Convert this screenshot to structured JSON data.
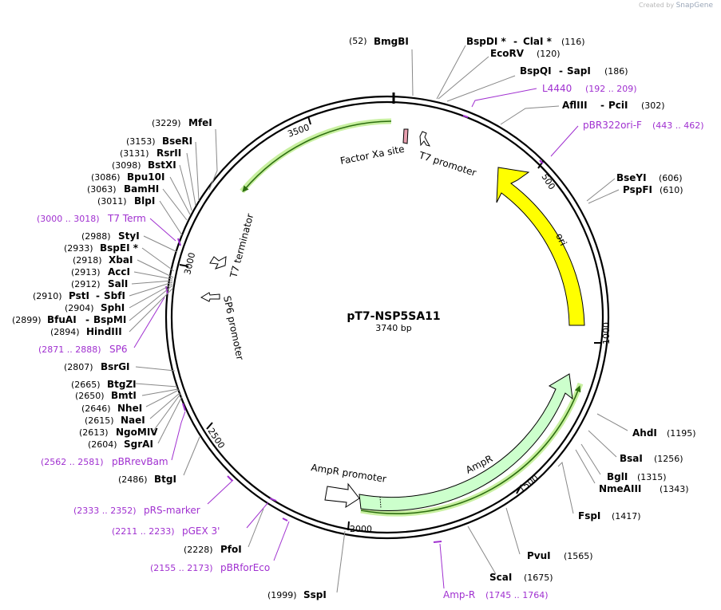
{
  "header": {
    "credit_prefix": "Created by",
    "credit_brand": "SnapGene"
  },
  "plasmid": {
    "name": "pT7-NSP5SA11",
    "length_label": "3740 bp",
    "length": 3740
  },
  "ticks": [
    {
      "pos": 500,
      "label": "500"
    },
    {
      "pos": 1000,
      "label": "1000"
    },
    {
      "pos": 1500,
      "label": "1500"
    },
    {
      "pos": 2000,
      "label": "2000"
    },
    {
      "pos": 2500,
      "label": "2500"
    },
    {
      "pos": 3000,
      "label": "3000"
    },
    {
      "pos": 3500,
      "label": "3500"
    }
  ],
  "features": [
    {
      "name": "ori",
      "label": "ori",
      "color": "#ffff00",
      "start": 360,
      "end": 954
    },
    {
      "name": "AmpR",
      "label": "AmpR",
      "color": "#ccffcc",
      "start": 1294,
      "end": 2155
    },
    {
      "name": "AmpR promoter",
      "label": "AmpR promoter",
      "color": "#ffffff"
    },
    {
      "name": "T7 promoter",
      "label": "T7 promoter",
      "color": "#ffffff"
    },
    {
      "name": "Factor Xa site",
      "label": "Factor Xa site",
      "color": "#e8a0b0"
    },
    {
      "name": "T7 terminator",
      "label": "T7 terminator",
      "color": "#ffffff"
    },
    {
      "name": "SP6 promoter",
      "label": "SP6 promoter",
      "color": "#ffffff"
    }
  ],
  "enzymes": [
    {
      "name": "BmgBI",
      "pos": "(52)",
      "pos_first": true
    },
    {
      "name": "BspDI *",
      "name2": "ClaI *",
      "pos": "(116)"
    },
    {
      "name": "EcoRV",
      "pos": "(120)"
    },
    {
      "name": "BspQI",
      "name2": "SapI",
      "pos": "(186)"
    },
    {
      "name": "AflIII",
      "name2": "PciI",
      "pos": "(302)"
    },
    {
      "name": "BseYI",
      "pos": "(606)"
    },
    {
      "name": "PspFI",
      "pos": "(610)"
    },
    {
      "name": "AhdI",
      "pos": "(1195)"
    },
    {
      "name": "BsaI",
      "pos": "(1256)"
    },
    {
      "name": "BglI",
      "pos": "(1315)"
    },
    {
      "name": "NmeAIII",
      "pos": "(1343)"
    },
    {
      "name": "FspI",
      "pos": "(1417)"
    },
    {
      "name": "PvuI",
      "pos": "(1565)"
    },
    {
      "name": "ScaI",
      "pos": "(1675)"
    },
    {
      "name": "SspI",
      "pos": "(1999)"
    },
    {
      "name": "PfoI",
      "pos": "(2228)"
    },
    {
      "name": "BtgI",
      "pos": "(2486)"
    },
    {
      "name": "SgrAI",
      "pos": "(2604)"
    },
    {
      "name": "NgoMIV",
      "pos": "(2613)"
    },
    {
      "name": "NaeI",
      "pos": "(2615)"
    },
    {
      "name": "NheI",
      "pos": "(2646)"
    },
    {
      "name": "BmtI",
      "pos": "(2650)"
    },
    {
      "name": "BtgZI",
      "pos": "(2665)"
    },
    {
      "name": "BsrGI",
      "pos": "(2807)"
    },
    {
      "name": "HindIII",
      "pos": "(2894)"
    },
    {
      "name": "BfuAI",
      "name2": "BspMI",
      "pos": "(2899)"
    },
    {
      "name": "SphI",
      "pos": "(2904)"
    },
    {
      "name": "PstI",
      "name2": "SbfI",
      "pos": "(2910)"
    },
    {
      "name": "SalI",
      "pos": "(2912)"
    },
    {
      "name": "AccI",
      "pos": "(2913)"
    },
    {
      "name": "XbaI",
      "pos": "(2918)"
    },
    {
      "name": "BspEI *",
      "pos": "(2933)"
    },
    {
      "name": "StyI",
      "pos": "(2988)"
    },
    {
      "name": "BlpI",
      "pos": "(3011)"
    },
    {
      "name": "BamHI",
      "pos": "(3063)"
    },
    {
      "name": "Bpu10I",
      "pos": "(3086)"
    },
    {
      "name": "BstXI",
      "pos": "(3098)"
    },
    {
      "name": "RsrII",
      "pos": "(3131)"
    },
    {
      "name": "BseRI",
      "pos": "(3153)"
    },
    {
      "name": "MfeI",
      "pos": "(3229)"
    }
  ],
  "primers": [
    {
      "name": "L4440",
      "range": "(192 .. 209)"
    },
    {
      "name": "pBR322ori-F",
      "range": "(443 .. 462)"
    },
    {
      "name": "Amp-R",
      "range": "(1745 .. 1764)"
    },
    {
      "name": "pBRforEco",
      "range": "(2155 .. 2173)"
    },
    {
      "name": "pGEX 3'",
      "range": "(2211 .. 2233)"
    },
    {
      "name": "pRS-marker",
      "range": "(2333 .. 2352)"
    },
    {
      "name": "pBRrevBam",
      "range": "(2562 .. 2581)"
    },
    {
      "name": "SP6",
      "range": "(2871 .. 2888)"
    },
    {
      "name": "T7 Term",
      "range": "(3000 .. 3018)"
    }
  ],
  "colors": {
    "backbone": "#000000",
    "primer": "#a030d0",
    "ori": "#ffff00",
    "ampr": "#ccffcc",
    "orf_line": "#3a8a20",
    "orf_glow": "#c8f0a0"
  }
}
